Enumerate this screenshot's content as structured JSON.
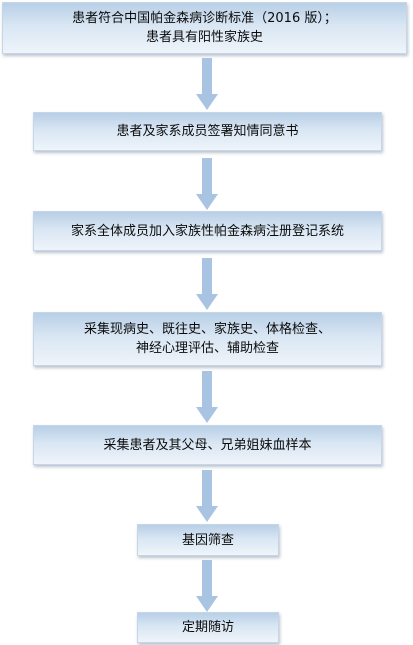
{
  "flow": {
    "steps": [
      {
        "lines": [
          "患者符合中国帕金森病诊断标准（2016 版）；",
          "患者具有阳性家族史"
        ]
      },
      {
        "lines": [
          "患者及家系成员签署知情同意书"
        ]
      },
      {
        "lines": [
          "家系全体成员加入家族性帕金森病注册登记系统"
        ]
      },
      {
        "lines": [
          "采集现病史、既往史、家族史、体格检查、",
          "神经心理评估、辅助检查"
        ]
      },
      {
        "lines": [
          "采集患者及其父母、兄弟姐妹血样本"
        ]
      },
      {
        "lines": [
          "基因筛查"
        ]
      },
      {
        "lines": [
          "定期随访"
        ]
      }
    ]
  },
  "colors": {
    "box_top": "#b8cfe6",
    "box_bottom": "#eef4fa",
    "arrow": "#a9c4e2",
    "text": "#0b0b0b"
  }
}
